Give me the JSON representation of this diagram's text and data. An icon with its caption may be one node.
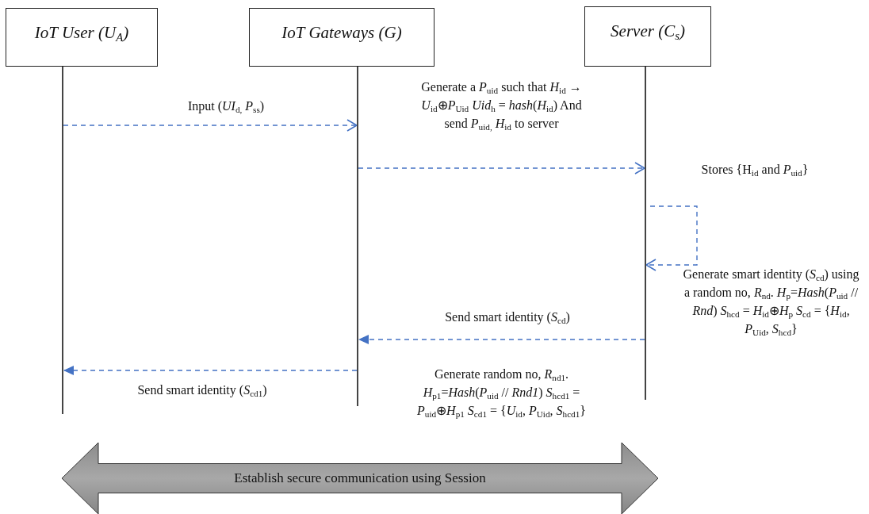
{
  "diagram": {
    "nodes": [
      {
        "text": [
          "IoT User (U$_{A}$)"
        ]
      },
      {
        "text": [
          "IoT Gateways (G)"
        ]
      },
      {
        "text": [
          "Server (C$_{s}$)"
        ]
      },
      {
        "text": [],
        "shape": "line"
      },
      {
        "text": [],
        "shape": "line"
      },
      {
        "text": [],
        "shape": "line"
      },
      {
        "text": [
          "Establish secure communication using Session"
        ]
      }
    ],
    "edges": [
      {
        "from": 3,
        "to": 4,
        "arrow": "to",
        "label": "Input (*UI*$_{d,}$ *P*$_{ss}$)",
        "style": "dashed"
      },
      {
        "from": 4,
        "to": 5,
        "arrow": "to",
        "label": "Generate a *P*$_{uid}$ such that *H*$_{id}$ → *U*$_{id}$⊕*P*$_{Uid}$ *Uid*$_{h}$ = *hash*(*H*$_{id}$) And send *P*$_{uid,}$ *H*$_{id}$ to server",
        "style": "dashed"
      },
      {
        "from": 5,
        "to": 5,
        "arrow": "to",
        "style": "dashed"
      },
      {
        "from": 5,
        "to": 4,
        "arrow": "to",
        "label": "Send smart identity (*S*$_{cd}$)",
        "style": "dashed"
      },
      {
        "from": 4,
        "to": 3,
        "arrow": "to",
        "label": "Send smart identity (*S*$_{cd1}$)",
        "style": "dashed"
      }
    ],
    "labels": [
      "Stores {H$_{id}$ and *P*$_{uid}$}",
      "Generate smart identity (*S*$_{cd}$) using a random no, *R*$_{nd}$. *H*$_{p}$=*Hash*(*P*$_{uid}$ // *Rnd*) *S*$_{hcd}$ = *H*$_{id}$⊕*H*$_{p}$ *S*$_{cd}$ = {*H*$_{id}$, *P*$_{Uid}$, *S*$_{hcd}$}",
      "Generate random no, *R*$_{nd1}$. *H*$_{p1}$=*Hash*(*P*$_{uid}$ // *Rnd1*) *S*$_{hcd1}$ = *P*$_{uid}$⊕*H*$_{p1}$ *S*$_{cd1}$ = {*U*$_{id}$, *P*$_{Uid}$, *S*$_{hcd1}$}"
    ]
  }
}
